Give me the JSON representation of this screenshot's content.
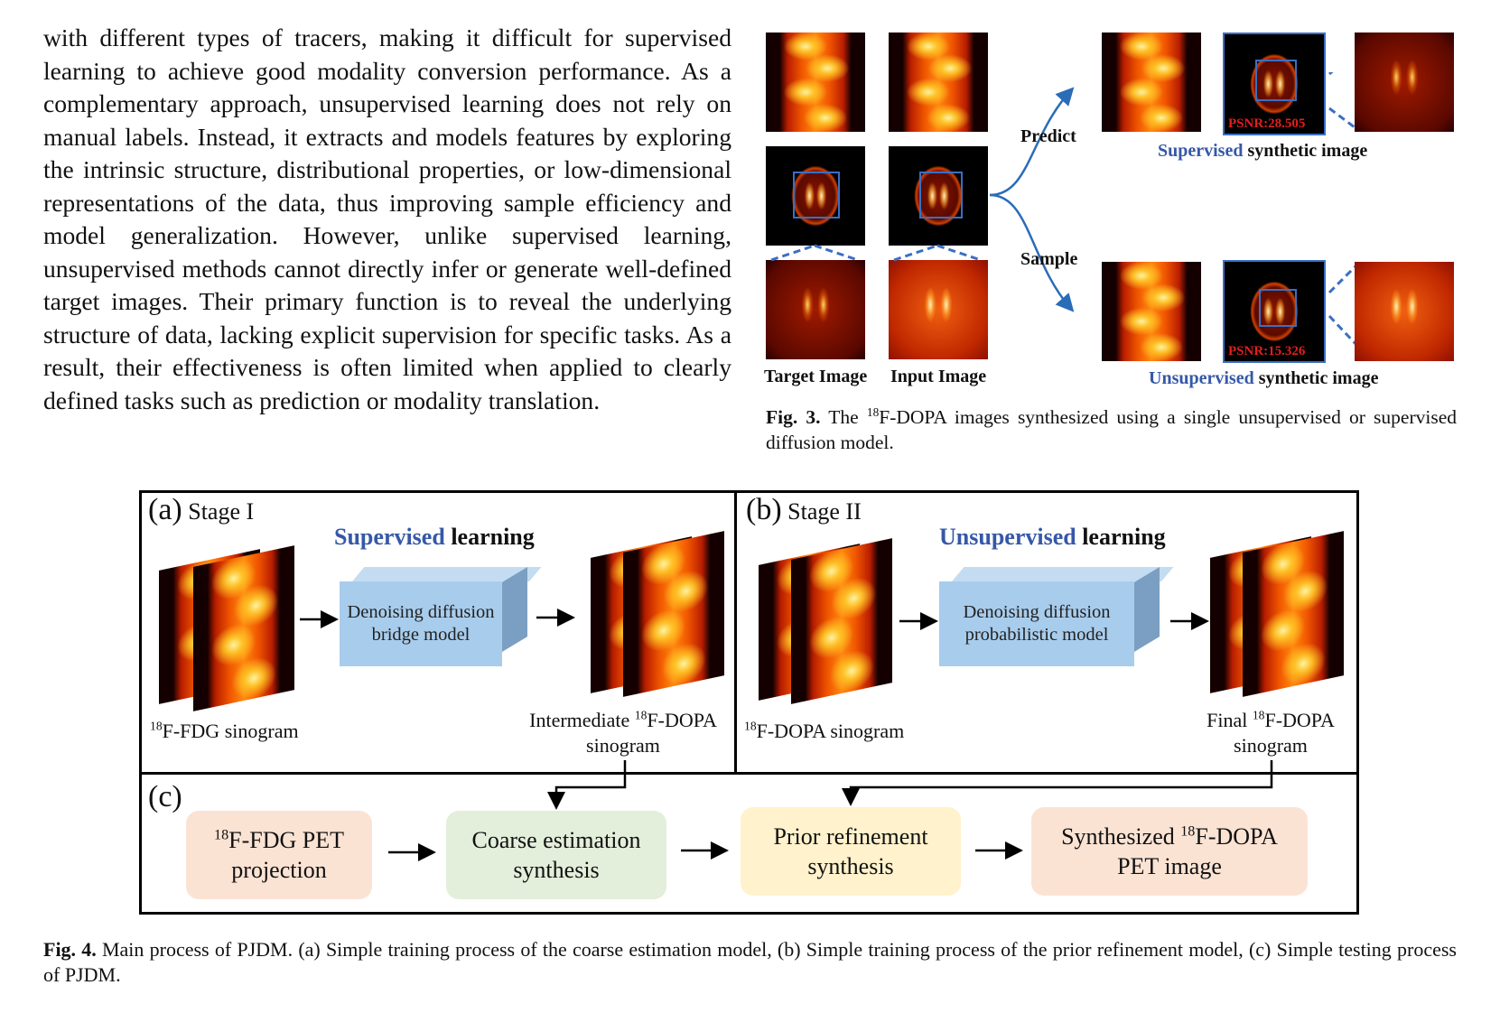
{
  "body_paragraph": "with different types of tracers, making it difficult for supervised learning to achieve good modality conversion performance. As a complementary approach, unsupervised learning does not rely on manual labels. Instead, it extracts and models features by exploring the intrinsic structure, distributional properties, or low-dimensional representations of the data, thus improving sample efficiency and model generalization. However, unlike supervised learning, unsupervised methods cannot directly infer or generate well-defined target images. Their primary function is to reveal the underlying structure of data, lacking explicit supervision for specific tasks. As a result, their effectiveness is often limited when applied to clearly defined tasks such as prediction or modality translation.",
  "fig3": {
    "target_label": "Target Image",
    "input_label": "Input Image",
    "predict_label": "Predict",
    "sample_label": "Sample",
    "psnr_supervised": "PSNR:28.505",
    "psnr_unsupervised": "PSNR:15.326",
    "supervised_word": "Supervised",
    "unsupervised_word": "Unsupervised",
    "synthetic_suffix": "synthetic image",
    "caption_prefix": "Fig. 3.",
    "caption_pre": "The",
    "caption_sup": "18",
    "caption_rest": "F-DOPA images synthesized using a single unsupervised or supervised diffusion model."
  },
  "fig4": {
    "panel_a": {
      "letter": "(a)",
      "stage": "Stage I",
      "learn_emph": "Supervised",
      "learn_rest": "learning",
      "box_label": "Denoising diffusion bridge model",
      "left_sup": "18",
      "left_rest": "F-FDG sinogram",
      "right_pre": "Intermediate",
      "right_sup": "18",
      "right_rest": "F-DOPA",
      "right_line2": "sinogram"
    },
    "panel_b": {
      "letter": "(b)",
      "stage": "Stage II",
      "learn_emph": "Unsupervised",
      "learn_rest": "learning",
      "box_label": "Denoising diffusion probabilistic model",
      "left_sup": "18",
      "left_rest": "F-DOPA sinogram",
      "right_pre": "Final",
      "right_sup": "18",
      "right_rest": "F-DOPA",
      "right_line2": "sinogram"
    },
    "panel_c": {
      "letter": "(c)",
      "step1_sup": "18",
      "step1_rest": "F-FDG PET",
      "step1_line2": "projection",
      "step2_line1": "Coarse estimation",
      "step2_line2": "synthesis",
      "step3_line1": "Prior refinement",
      "step3_line2": "synthesis",
      "step4_pre": "Synthesized",
      "step4_sup": "18",
      "step4_rest": "F-DOPA",
      "step4_line2": "PET image"
    },
    "caption_prefix": "Fig. 4.",
    "caption_rest": "Main process of PJDM. (a) Simple training process of the coarse estimation model, (b) Simple training process of the prior refinement model, (c) Simple testing process of PJDM."
  },
  "colors": {
    "accent_blue": "#3558a8",
    "box_blue": "#a8ccec",
    "step_peach": "#fbe3d4",
    "step_green": "#e3eedb",
    "step_yellow": "#fff2cc",
    "psnr_red": "#e0201c"
  }
}
